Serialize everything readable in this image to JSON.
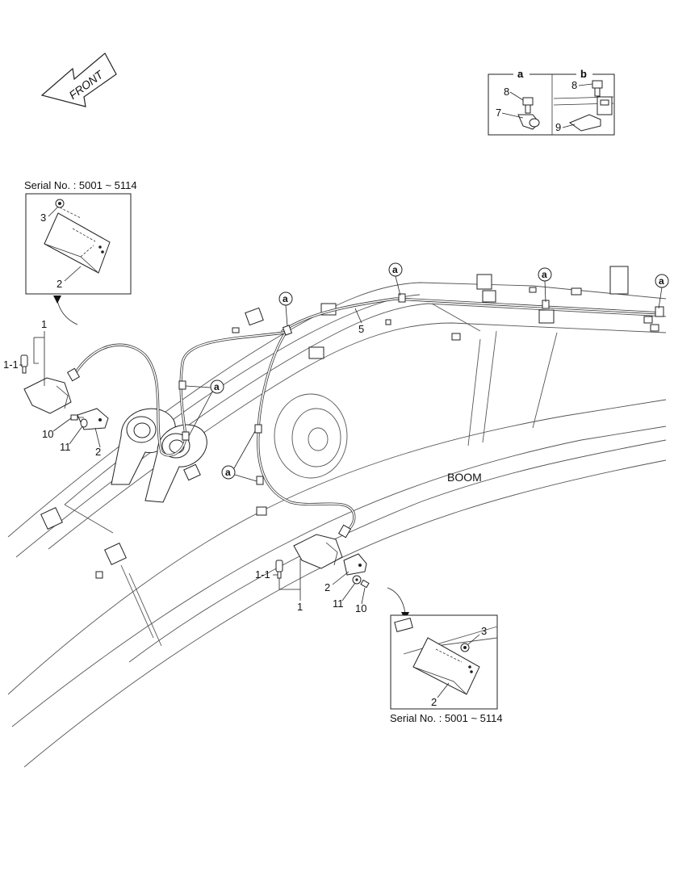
{
  "front_label": "FRONT",
  "boom_label": "BOOM",
  "serial_top": "Serial No. : 5001 ~ 5114",
  "serial_bottom": "Serial No. : 5001 ~ 5114",
  "detail_headers": {
    "a": "a",
    "b": "b"
  },
  "callouts": {
    "a": "a",
    "p1": "1",
    "p1_1": "1-1",
    "p2": "2",
    "p3": "3",
    "p5": "5",
    "p7": "7",
    "p8": "8",
    "p9": "9",
    "p10": "10",
    "p11": "11"
  }
}
